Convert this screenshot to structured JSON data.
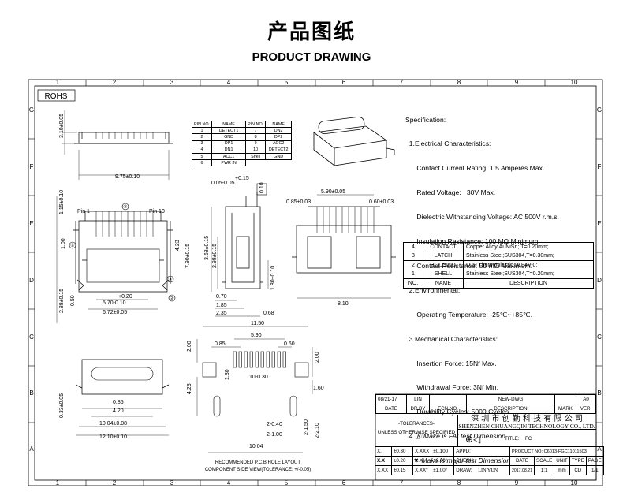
{
  "header": {
    "title_cn": "产品图纸",
    "title_en": "PRODUCT DRAWING"
  },
  "frame": {
    "cols": [
      "1",
      "2",
      "3",
      "4",
      "5",
      "6",
      "7",
      "8",
      "9",
      "10"
    ],
    "rows": [
      "G",
      "F",
      "E",
      "D",
      "C",
      "B",
      "A"
    ],
    "rohs": "ROHS"
  },
  "spec": {
    "lines": [
      "Specification:",
      "  1.Electrical Characteristics:",
      "      Contact Current Rating: 1.5 Amperes Max.",
      "      Rated Voltage:   30V Max.",
      "      Dielectric Withstanding Voltage: AC 500V r.m.s.",
      "      Insulation Resistance: 100 MΩ Minimum.",
      "      Contact Resistance: 50 mΩ Maximum.",
      "  2.Environmental:",
      "      Operating Temperature: -25℃~+85℃.",
      "  3.Mechanical Characteristics:",
      "      Insertion Force: 15Nf Max.",
      "      Withdrawal Force: 3Nf Min.",
      "      Durability Cyeles: 5000 Cyeles.",
      "  4.Ⓡ Make is FAI test Dimension",
      "    ▼ Make is major test Dimension"
    ]
  },
  "pin_table": {
    "headers": [
      "PIN NO.",
      "NAME",
      "PIN NO.",
      "NAME"
    ],
    "rows": [
      [
        "1",
        "DETECT1",
        "7",
        "DN2"
      ],
      [
        "2",
        "GND",
        "8",
        "DP2"
      ],
      [
        "3",
        "DP1",
        "9",
        "ACC2"
      ],
      [
        "4",
        "DN1",
        "10",
        "DETECT2"
      ],
      [
        "5",
        "ACC1",
        "Shell",
        "GND"
      ],
      [
        "6",
        "PWR IN",
        "",
        ""
      ]
    ]
  },
  "parts_table": {
    "rows": [
      [
        "4",
        "CONTACT",
        "Copper Alloy;AuNiSn; T=0.20mm;"
      ],
      [
        "3",
        "LATCH",
        "Stainless Steel;SUS304,T=0.30mm;"
      ],
      [
        "2",
        "HOUSING",
        "LCP Thermoplastic,UL94V-0;"
      ],
      [
        "1",
        "SHELL",
        "Stainless Steel;SUS304,T=0.20mm;"
      ],
      [
        "NO.",
        "NAME",
        "DESCRIPTION"
      ]
    ]
  },
  "dims": {
    "d_03": "3.10±0.05",
    "d_02": "9.75±0.10",
    "d_01": "1.15±0.10",
    "pin1": "Pin 1",
    "pin10": "Pin 10",
    "d_100": "1.00",
    "d_423": "4.23",
    "d_790": "7.90±0.15",
    "d_p20": "+0.20",
    "d_570": "5.70-0.10",
    "d_672": "6.72±0.05",
    "d_050": "0.50",
    "d_288": "2.88±0.15",
    "d_015": "+0.15",
    "d_005": "0.05-0.05",
    "d_010": "0.10",
    "d_368": "3.68±0.15",
    "d_298": "2.98±0.15",
    "d_180": "1.80±0.10",
    "d_070": "0.70",
    "d_185": "1.85",
    "d_235": "2.35",
    "d_068": "0.68",
    "d_085": "0.85±0.03",
    "d_590": "5.90±0.05",
    "d_060": "0.60±0.03",
    "d_810": "8.10",
    "pcb_1150": "11.50",
    "pcb_590": "5.90",
    "pcb_085": "0.85",
    "pcb_060": "0.60",
    "pcb_200": "2.00",
    "pcb_130": "1.30",
    "pcb_1030": "10-0.30",
    "pcb_423": "4.23",
    "pcb_160": "1.60",
    "pcb_240": "2-0.40",
    "pcb_2100": "2-1.00",
    "pcb_2150": "2-1.50",
    "pcb_2210": "2-2.10",
    "pcb_1004": "10.04",
    "b_085": "0.85",
    "b_420": "4.20",
    "b_033": "0.33±0.05",
    "b_1004": "10.04±0.08",
    "b_1210": "12.10±0.10",
    "pcb_note1": "RECOMMENDED P.C.B HOLE LAYOUT",
    "pcb_note2": "COMPONENT SIDE VIEW(TOLERANCE: +/-0.05)",
    "circ": [
      "①",
      "②",
      "③",
      "④"
    ]
  },
  "title_block": {
    "rev": [
      "08/21-17",
      "LIN",
      "",
      "NEW-DWG",
      "",
      "A0"
    ],
    "rev_head": [
      "DATE",
      "DR.BY",
      "ECN.NO.",
      "DESCRIPTION",
      "MARK",
      "VER."
    ],
    "tolerances": "-TOLERANCES-",
    "unless": "UNLESS OTHERWISE SPECIFIED",
    "company_cn": "深 圳 市 创 勤 科 技 有 限 公 司",
    "company_en": "SHENZHEN CHUANGQIN TECHNOLOGY CO., LTD.",
    "title_label": "TITLE:",
    "title_val": "FC",
    "tol_rows": [
      [
        "X.",
        "±0.30",
        "X.XXX",
        "±0.100",
        "APPD:"
      ],
      [
        "X.X",
        "±0.20",
        "X.X°",
        "±3.00°",
        "CHECK:"
      ],
      [
        "X.XX",
        "±0.15",
        "X.XX°",
        "±1.00°",
        "DRAW:",
        "LIN YUN"
      ]
    ],
    "product_no_label": "PRODUCT NO:",
    "product_no": "C6013-FGC11011503",
    "info_head": [
      "DATE",
      "SCALE",
      "UNIT",
      "TYPE",
      "PAGE"
    ],
    "info_vals": [
      "2017.08.21",
      "1:1",
      "mm",
      "CD",
      "1/1"
    ]
  }
}
